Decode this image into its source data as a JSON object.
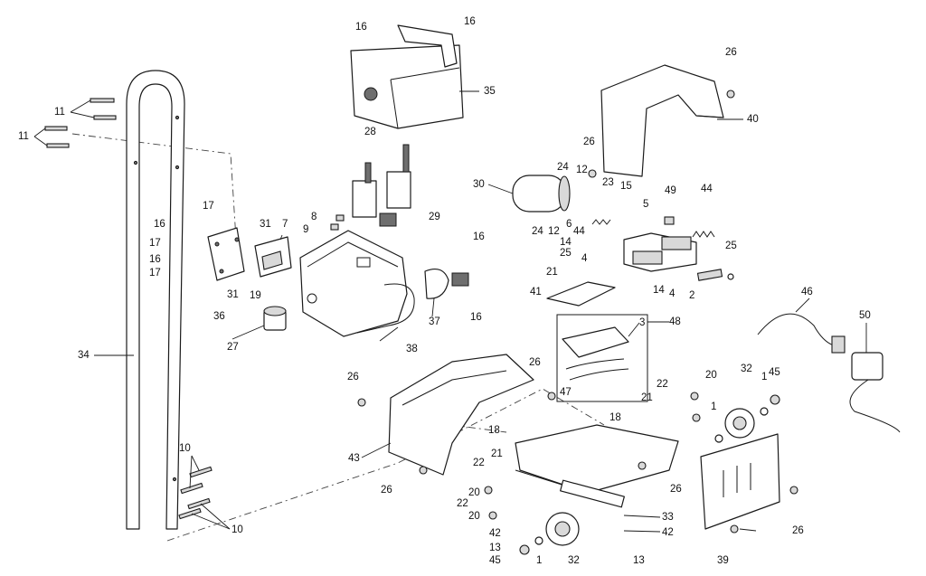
{
  "callouts": {
    "c1a": "1",
    "c1b": "1",
    "c1c": "1",
    "c2": "2",
    "c3": "3",
    "c4a": "4",
    "c4b": "4",
    "c5": "5",
    "c6": "6",
    "c7": "7",
    "c8": "8",
    "c9": "9",
    "c10a": "10",
    "c10b": "10",
    "c11a": "11",
    "c11b": "11",
    "c12a": "12",
    "c12b": "12",
    "c13a": "13",
    "c13b": "13",
    "c14a": "14",
    "c14b": "14",
    "c15": "15",
    "c16a": "16",
    "c16b": "16",
    "c16c": "16",
    "c16d": "16",
    "c16e": "16",
    "c16f": "16",
    "c17a": "17",
    "c17b": "17",
    "c17c": "17",
    "c18a": "18",
    "c18b": "18",
    "c19": "19",
    "c20a": "20",
    "c20b": "20",
    "c20c": "20",
    "c21a": "21",
    "c21b": "21",
    "c21c": "21",
    "c22a": "22",
    "c22b": "22",
    "c22c": "22",
    "c24a": "24",
    "c24b": "24",
    "c23": "23",
    "c25a": "25",
    "c25b": "25",
    "c26a": "26",
    "c26b": "26",
    "c26c": "26",
    "c26d": "26",
    "c26e": "26",
    "c26f": "26",
    "c26g": "26",
    "c27": "27",
    "c28": "28",
    "c29": "29",
    "c30": "30",
    "c31a": "31",
    "c31b": "31",
    "c32a": "32",
    "c32b": "32",
    "c33": "33",
    "c34": "34",
    "c35": "35",
    "c36": "36",
    "c37": "37",
    "c38": "38",
    "c39": "39",
    "c40": "40",
    "c41": "41",
    "c42a": "42",
    "c42b": "42",
    "c43": "43",
    "c44a": "44",
    "c44b": "44",
    "c45a": "45",
    "c45b": "45",
    "c46": "46",
    "c47": "47",
    "c48": "48",
    "c49": "49",
    "c50": "50"
  }
}
